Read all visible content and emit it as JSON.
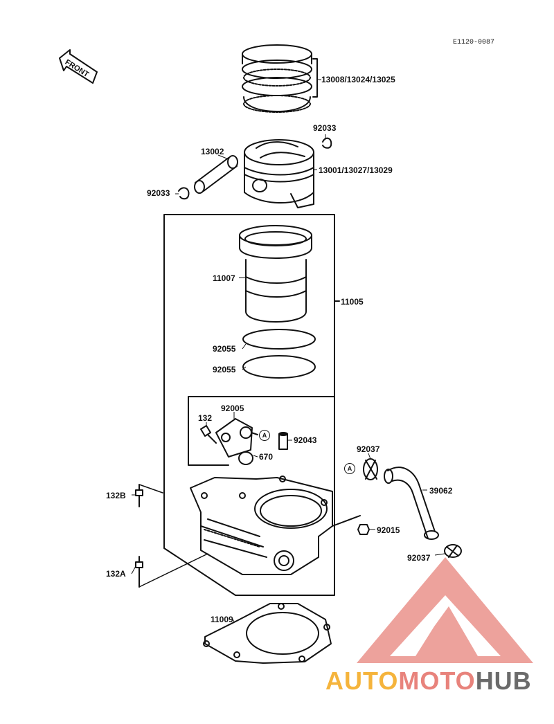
{
  "code": "E1120-0087",
  "front_label": "FRONT",
  "ref_mark": "A",
  "labels": {
    "rings": "13008/13024/13025",
    "clip_top": "92033",
    "pin": "13002",
    "piston": "13001/13027/13029",
    "clip_left": "92033",
    "liner": "11007",
    "cylinder_assy": "11005",
    "oring_1": "92055",
    "oring_2": "92055",
    "fitting": "92005",
    "bolt_132": "132",
    "oring_670": "670",
    "dowel": "92043",
    "clamp_1": "92037",
    "hose": "39062",
    "bolt_132b": "132B",
    "nut": "92015",
    "clamp_2": "92037",
    "bolt_132a": "132A",
    "gasket": "11009"
  },
  "watermark": {
    "part1": "AUTO",
    "part2": "MOTO",
    "part3": "HUB",
    "colors": {
      "auto": "#f5b43c",
      "moto": "#e8837c",
      "hub": "#6b6b6b"
    }
  }
}
